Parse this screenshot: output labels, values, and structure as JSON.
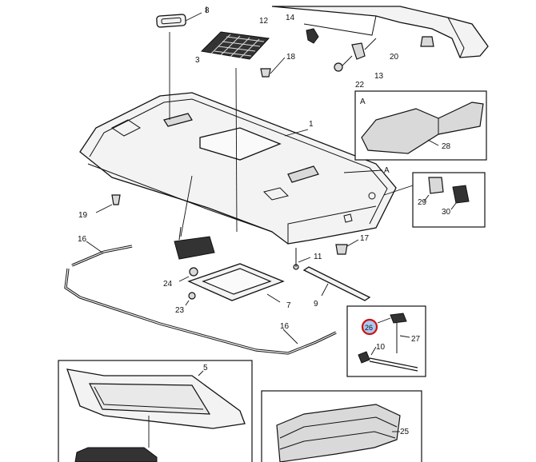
{
  "callouts": {
    "c1": "1",
    "c3": "3",
    "c5": "5",
    "c7": "7",
    "c8": "8",
    "c9": "9",
    "c10": "10",
    "c11": "11",
    "c12": "12",
    "c13": "13",
    "c14": "14",
    "c16a": "16",
    "c16b": "16",
    "c17": "17",
    "c18": "18",
    "c19": "19",
    "c20": "20",
    "c22": "22",
    "c23": "23",
    "c24": "24",
    "c25": "25",
    "c26": "26",
    "c27": "27",
    "c28": "28",
    "c29": "29",
    "c30": "30"
  },
  "detail_tags": {
    "a_box": "A",
    "a_main": "A"
  },
  "colors": {
    "line": "#111111",
    "highlight_ring": "#d01010",
    "highlight_fill": "#a9c8f2"
  }
}
